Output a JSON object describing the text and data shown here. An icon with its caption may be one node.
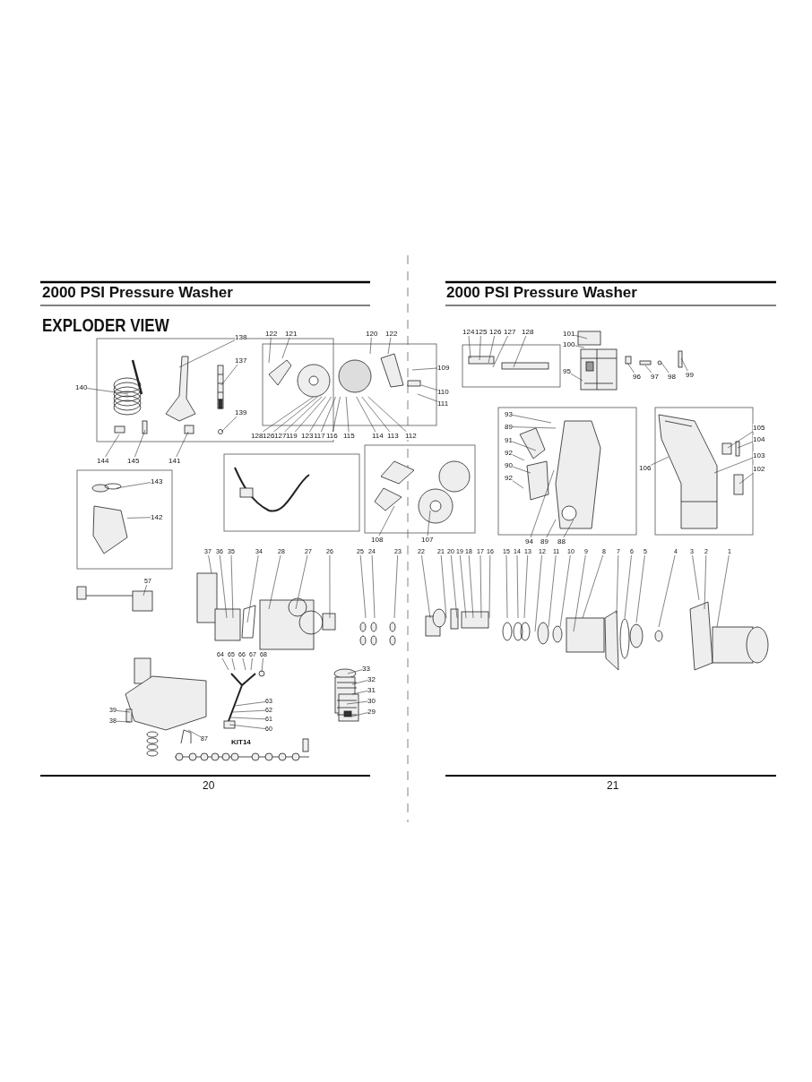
{
  "diagram": {
    "nodes": [
      {
        "text": [
          "138"
        ]
      },
      {
        "text": [
          "137"
        ]
      },
      {
        "text": [
          "140"
        ]
      },
      {
        "text": [
          "139"
        ]
      },
      {
        "text": [
          "144"
        ]
      },
      {
        "text": [
          "145"
        ]
      },
      {
        "text": [
          "141"
        ]
      },
      {
        "text": [
          "143"
        ]
      },
      {
        "text": [
          "142"
        ]
      },
      {
        "text": [
          "122"
        ]
      },
      {
        "text": [
          "121"
        ]
      },
      {
        "text": [
          "120"
        ]
      },
      {
        "text": [
          "122"
        ]
      },
      {
        "text": [
          "109"
        ]
      },
      {
        "text": [
          "110"
        ]
      },
      {
        "text": [
          "111"
        ]
      },
      {
        "text": [
          "128"
        ]
      },
      {
        "text": [
          "126"
        ]
      },
      {
        "text": [
          "127"
        ]
      },
      {
        "text": [
          "119"
        ]
      },
      {
        "text": [
          "123"
        ]
      },
      {
        "text": [
          "117"
        ]
      },
      {
        "text": [
          "116"
        ]
      },
      {
        "text": [
          "115"
        ]
      },
      {
        "text": [
          "114"
        ]
      },
      {
        "text": [
          "113"
        ]
      },
      {
        "text": [
          "112"
        ]
      },
      {
        "text": [
          "108"
        ]
      },
      {
        "text": [
          "107"
        ]
      },
      {
        "text": [
          "37"
        ]
      },
      {
        "text": [
          "36"
        ]
      },
      {
        "text": [
          "35"
        ]
      },
      {
        "text": [
          "34"
        ]
      },
      {
        "text": [
          "28"
        ]
      },
      {
        "text": [
          "27"
        ]
      },
      {
        "text": [
          "26"
        ]
      },
      {
        "text": [
          "25"
        ]
      },
      {
        "text": [
          "24"
        ]
      },
      {
        "text": [
          "23"
        ]
      },
      {
        "text": [
          "22"
        ]
      },
      {
        "text": [
          "33"
        ]
      },
      {
        "text": [
          "32"
        ]
      },
      {
        "text": [
          "31"
        ]
      },
      {
        "text": [
          "30"
        ]
      },
      {
        "text": [
          "29"
        ]
      },
      {
        "text": [
          "64"
        ]
      },
      {
        "text": [
          "65"
        ]
      },
      {
        "text": [
          "66"
        ]
      },
      {
        "text": [
          "67"
        ]
      },
      {
        "text": [
          "68"
        ]
      },
      {
        "text": [
          "63"
        ]
      },
      {
        "text": [
          "62"
        ]
      },
      {
        "text": [
          "61"
        ]
      },
      {
        "text": [
          "60"
        ]
      },
      {
        "text": [
          "87"
        ]
      },
      {
        "text": [
          "57"
        ]
      },
      {
        "text": [
          "39"
        ]
      },
      {
        "text": [
          "38"
        ]
      },
      {
        "text": [
          "124"
        ]
      },
      {
        "text": [
          "125"
        ]
      },
      {
        "text": [
          "126"
        ]
      },
      {
        "text": [
          "127"
        ]
      },
      {
        "text": [
          "128"
        ]
      },
      {
        "text": [
          "101"
        ]
      },
      {
        "text": [
          "100"
        ]
      },
      {
        "text": [
          "95"
        ]
      },
      {
        "text": [
          "96"
        ]
      },
      {
        "text": [
          "97"
        ]
      },
      {
        "text": [
          "98"
        ]
      },
      {
        "text": [
          "99"
        ]
      },
      {
        "text": [
          "93"
        ]
      },
      {
        "text": [
          "89"
        ]
      },
      {
        "text": [
          "91"
        ]
      },
      {
        "text": [
          "92"
        ]
      },
      {
        "text": [
          "90"
        ]
      },
      {
        "text": [
          "92"
        ]
      },
      {
        "text": [
          "94"
        ]
      },
      {
        "text": [
          "89"
        ]
      },
      {
        "text": [
          "88"
        ]
      },
      {
        "text": [
          "106"
        ]
      },
      {
        "text": [
          "105"
        ]
      },
      {
        "text": [
          "104"
        ]
      },
      {
        "text": [
          "103"
        ]
      },
      {
        "text": [
          "102"
        ]
      },
      {
        "text": [
          "21"
        ]
      },
      {
        "text": [
          "20"
        ]
      },
      {
        "text": [
          "19"
        ]
      },
      {
        "text": [
          "18"
        ]
      },
      {
        "text": [
          "17"
        ]
      },
      {
        "text": [
          "16"
        ]
      },
      {
        "text": [
          "15"
        ]
      },
      {
        "text": [
          "14"
        ]
      },
      {
        "text": [
          "13"
        ]
      },
      {
        "text": [
          "12"
        ]
      },
      {
        "text": [
          "11"
        ]
      },
      {
        "text": [
          "10"
        ]
      },
      {
        "text": [
          "9"
        ]
      },
      {
        "text": [
          "8"
        ]
      },
      {
        "text": [
          "7"
        ]
      },
      {
        "text": [
          "6"
        ]
      },
      {
        "text": [
          "5"
        ]
      },
      {
        "text": [
          "4"
        ]
      },
      {
        "text": [
          "3"
        ]
      },
      {
        "text": [
          "2"
        ]
      },
      {
        "text": [
          "1"
        ]
      },
      {
        "text": [],
        "shape": "picture"
      },
      {
        "text": [],
        "shape": "picture"
      },
      {
        "text": [],
        "shape": "picture"
      },
      {
        "text": [],
        "shape": "picture"
      },
      {
        "text": [],
        "shape": "picture"
      },
      {
        "text": [],
        "shape": "picture"
      },
      {
        "text": [],
        "shape": "picture"
      },
      {
        "text": [],
        "shape": "picture"
      },
      {
        "text": [],
        "shape": "picture"
      },
      {
        "text": [],
        "shape": "picture"
      },
      {
        "text": [],
        "shape": "picture"
      },
      {
        "text": [],
        "shape": "picture"
      },
      {
        "text": [],
        "shape": "picture"
      },
      {
        "text": [],
        "shape": "picture"
      },
      {
        "text": [],
        "shape": "picture"
      },
      {
        "text": [],
        "shape": "picture"
      },
      {
        "text": [],
        "shape": "picture"
      },
      {
        "text": [],
        "shape": "picture"
      },
      {
        "text": [],
        "shape": "picture"
      },
      {
        "text": [],
        "shape": "picture"
      },
      {
        "text": [],
        "shape": "picture"
      }
    ],
    "edges": [
      {
        "from": 0,
        "to": 106,
        "arrow": "none"
      },
      {
        "from": 1,
        "to": 107,
        "arrow": "none"
      },
      {
        "from": 2,
        "to": 105,
        "arrow": "none"
      },
      {
        "from": 3,
        "to": 107,
        "arrow": "none"
      },
      {
        "from": 4,
        "to": 108,
        "arrow": "none"
      },
      {
        "from": 5,
        "to": 108,
        "arrow": "none"
      },
      {
        "from": 6,
        "to": 108,
        "arrow": "none"
      },
      {
        "from": 7,
        "to": 109,
        "arrow": "none"
      },
      {
        "from": 8,
        "to": 109,
        "arrow": "none"
      },
      {
        "from": 9,
        "to": 110,
        "arrow": "none"
      },
      {
        "from": 10,
        "to": 110,
        "arrow": "none"
      },
      {
        "from": 11,
        "to": 110,
        "arrow": "none"
      },
      {
        "from": 12,
        "to": 110,
        "arrow": "none"
      },
      {
        "from": 13,
        "to": 110,
        "arrow": "none"
      },
      {
        "from": 14,
        "to": 110,
        "arrow": "none"
      },
      {
        "from": 15,
        "to": 110,
        "arrow": "none"
      },
      {
        "from": 16,
        "to": 110,
        "arrow": "none"
      },
      {
        "from": 17,
        "to": 110,
        "arrow": "none"
      },
      {
        "from": 18,
        "to": 110,
        "arrow": "none"
      },
      {
        "from": 19,
        "to": 110,
        "arrow": "none"
      },
      {
        "from": 20,
        "to": 110,
        "arrow": "none"
      },
      {
        "from": 21,
        "to": 110,
        "arrow": "none"
      },
      {
        "from": 22,
        "to": 110,
        "arrow": "none"
      },
      {
        "from": 23,
        "to": 110,
        "arrow": "none"
      },
      {
        "from": 24,
        "to": 110,
        "arrow": "none"
      },
      {
        "from": 25,
        "to": 110,
        "arrow": "none"
      },
      {
        "from": 26,
        "to": 110,
        "arrow": "none"
      },
      {
        "from": 27,
        "to": 112,
        "arrow": "none"
      },
      {
        "from": 28,
        "to": 111,
        "arrow": "none"
      },
      {
        "from": 29,
        "to": 113,
        "arrow": "none"
      },
      {
        "from": 30,
        "to": 113,
        "arrow": "none"
      },
      {
        "from": 31,
        "to": 113,
        "arrow": "none"
      },
      {
        "from": 32,
        "to": 113,
        "arrow": "none"
      },
      {
        "from": 33,
        "to": 113,
        "arrow": "none"
      },
      {
        "from": 34,
        "to": 113,
        "arrow": "none"
      },
      {
        "from": 35,
        "to": 113,
        "arrow": "none"
      },
      {
        "from": 36,
        "to": 113,
        "arrow": "none"
      },
      {
        "from": 37,
        "to": 113,
        "arrow": "none"
      },
      {
        "from": 38,
        "to": 113,
        "arrow": "none"
      },
      {
        "from": 39,
        "to": 113,
        "arrow": "none"
      },
      {
        "from": 40,
        "to": 114,
        "arrow": "none"
      },
      {
        "from": 41,
        "to": 114,
        "arrow": "none"
      },
      {
        "from": 42,
        "to": 114,
        "arrow": "none"
      },
      {
        "from": 43,
        "to": 114,
        "arrow": "none"
      },
      {
        "from": 44,
        "to": 114,
        "arrow": "none"
      },
      {
        "from": 45,
        "to": 115,
        "arrow": "none"
      },
      {
        "from": 46,
        "to": 115,
        "arrow": "none"
      },
      {
        "from": 47,
        "to": 115,
        "arrow": "none"
      },
      {
        "from": 48,
        "to": 115,
        "arrow": "none"
      },
      {
        "from": 49,
        "to": 115,
        "arrow": "none"
      },
      {
        "from": 50,
        "to": 115,
        "arrow": "none"
      },
      {
        "from": 51,
        "to": 115,
        "arrow": "none"
      },
      {
        "from": 52,
        "to": 115,
        "arrow": "none"
      },
      {
        "from": 53,
        "to": 115,
        "arrow": "none"
      },
      {
        "from": 54,
        "to": 124,
        "arrow": "none"
      },
      {
        "from": 55,
        "to": 116,
        "arrow": "none"
      },
      {
        "from": 56,
        "to": 117,
        "arrow": "none"
      },
      {
        "from": 57,
        "to": 117,
        "arrow": "none"
      },
      {
        "from": 58,
        "to": 118,
        "arrow": "none"
      },
      {
        "from": 59,
        "to": 118,
        "arrow": "none"
      },
      {
        "from": 60,
        "to": 118,
        "arrow": "none"
      },
      {
        "from": 61,
        "to": 118,
        "arrow": "none"
      },
      {
        "from": 62,
        "to": 118,
        "arrow": "none"
      },
      {
        "from": 63,
        "to": 119,
        "arrow": "none"
      },
      {
        "from": 64,
        "to": 119,
        "arrow": "none"
      },
      {
        "from": 65,
        "to": 119,
        "arrow": "none"
      },
      {
        "from": 66,
        "to": 123,
        "arrow": "none"
      },
      {
        "from": 67,
        "to": 123,
        "arrow": "none"
      },
      {
        "from": 68,
        "to": 123,
        "arrow": "none"
      },
      {
        "from": 69,
        "to": 123,
        "arrow": "none"
      },
      {
        "from": 70,
        "to": 120,
        "arrow": "none"
      },
      {
        "from": 71,
        "to": 120,
        "arrow": "none"
      },
      {
        "from": 72,
        "to": 120,
        "arrow": "none"
      },
      {
        "from": 73,
        "to": 120,
        "arrow": "none"
      },
      {
        "from": 74,
        "to": 120,
        "arrow": "none"
      },
      {
        "from": 75,
        "to": 120,
        "arrow": "none"
      },
      {
        "from": 76,
        "to": 120,
        "arrow": "none"
      },
      {
        "from": 77,
        "to": 120,
        "arrow": "none"
      },
      {
        "from": 78,
        "to": 120,
        "arrow": "none"
      },
      {
        "from": 79,
        "to": 121,
        "arrow": "none"
      },
      {
        "from": 80,
        "to": 125,
        "arrow": "none"
      },
      {
        "from": 81,
        "to": 125,
        "arrow": "none"
      },
      {
        "from": 82,
        "to": 121,
        "arrow": "none"
      },
      {
        "from": 83,
        "to": 125,
        "arrow": "none"
      },
      {
        "from": 84,
        "to": 122,
        "arrow": "none"
      },
      {
        "from": 85,
        "to": 122,
        "arrow": "none"
      },
      {
        "from": 86,
        "to": 122,
        "arrow": "none"
      },
      {
        "from": 87,
        "to": 122,
        "arrow": "none"
      },
      {
        "from": 88,
        "to": 122,
        "arrow": "none"
      },
      {
        "from": 89,
        "to": 122,
        "arrow": "none"
      },
      {
        "from": 90,
        "to": 122,
        "arrow": "none"
      },
      {
        "from": 91,
        "to": 122,
        "arrow": "none"
      },
      {
        "from": 92,
        "to": 122,
        "arrow": "none"
      },
      {
        "from": 93,
        "to": 122,
        "arrow": "none"
      },
      {
        "from": 94,
        "to": 122,
        "arrow": "none"
      },
      {
        "from": 95,
        "to": 122,
        "arrow": "none"
      },
      {
        "from": 96,
        "to": 122,
        "arrow": "none"
      },
      {
        "from": 97,
        "to": 122,
        "arrow": "none"
      },
      {
        "from": 98,
        "to": 122,
        "arrow": "none"
      },
      {
        "from": 99,
        "to": 122,
        "arrow": "none"
      },
      {
        "from": 100,
        "to": 122,
        "arrow": "none"
      },
      {
        "from": 101,
        "to": 122,
        "arrow": "none"
      },
      {
        "from": 102,
        "to": 122,
        "arrow": "none"
      },
      {
        "from": 103,
        "to": 122,
        "arrow": "none"
      },
      {
        "from": 104,
        "to": 122,
        "arrow": "none"
      }
    ],
    "labels": [
      "2000 PSI Pressure Washer",
      "2000 PSI Pressure Washer",
      "EXPLODER VIEW",
      "KIT14",
      "20",
      "21"
    ]
  }
}
